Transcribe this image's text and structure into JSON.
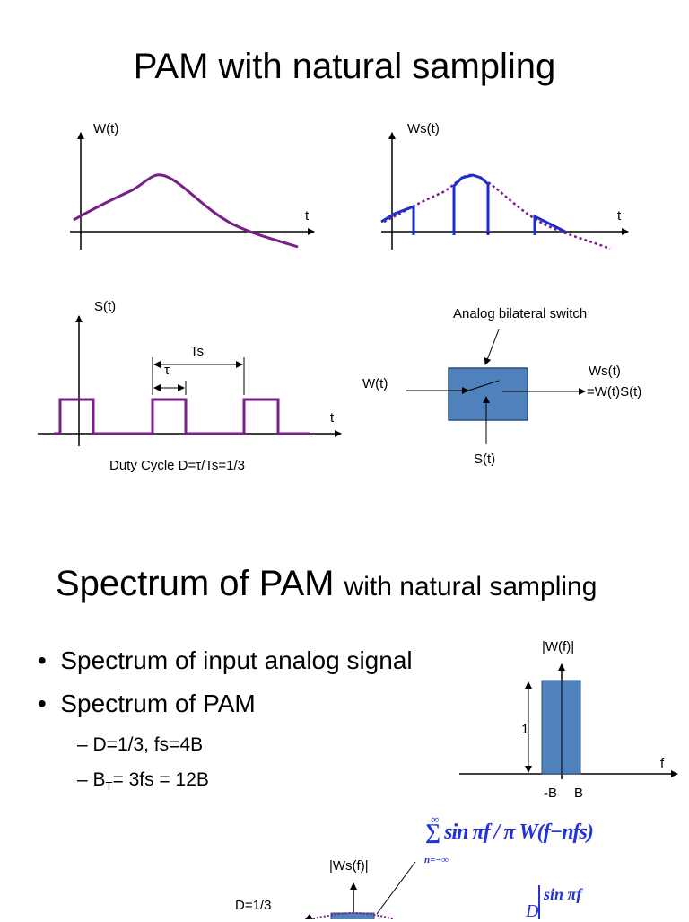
{
  "slide1": {
    "title": "PAM with natural sampling",
    "w_label": "W(t)",
    "ws_label": "Ws(t)",
    "t_label": "t",
    "s_label": "S(t)",
    "ts_label": "Ts",
    "tau_label": "τ",
    "duty_cycle": "Duty Cycle D=τ/Ts=1/3",
    "switch_title": "Analog bilateral switch",
    "switch_input": "W(t)",
    "switch_output_1": "Ws(t)",
    "switch_output_2": "=W(t)S(t)",
    "switch_control": "S(t)"
  },
  "slide2": {
    "title_main": "Spectrum of PAM",
    "title_sub": "with natural sampling",
    "bullets": [
      "Spectrum of input analog signal",
      "Spectrum of PAM"
    ],
    "sub_bullets": [
      "D=1/3, fs=4B",
      "B",
      "T",
      "= 3fs = 12B"
    ],
    "wf_label": "|W(f)|",
    "f_label": "f",
    "one_label": "1",
    "neg_b": "-B",
    "pos_b": "B",
    "wsf_label": "|Ws(f)|",
    "d_label": "D=1/3",
    "formula_1": "∑ sin πf / π  W(f−nfs)",
    "formula_1_inf": "∞",
    "formula_1_n": "n=−∞",
    "formula_2_d": "D",
    "formula_2_sin": "sin πf"
  },
  "colors": {
    "signal": "#7a1f8a",
    "sample": "#1a2fd0",
    "box_fill": "#4f81bd",
    "box_stroke": "#2c4f7c"
  }
}
